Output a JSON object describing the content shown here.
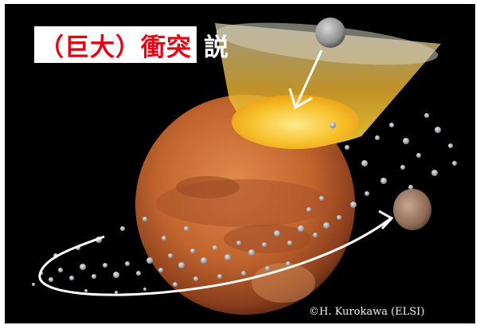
{
  "title": {
    "highlight": "（巨大）衝突",
    "rest": "説"
  },
  "credit": "©H. Kurokawa (ELSI)",
  "colors": {
    "title_red": "#e60012",
    "background": "#000000",
    "mars": "#c86a32",
    "cone": "#f2b21c",
    "debris": "#b8bcc4"
  }
}
